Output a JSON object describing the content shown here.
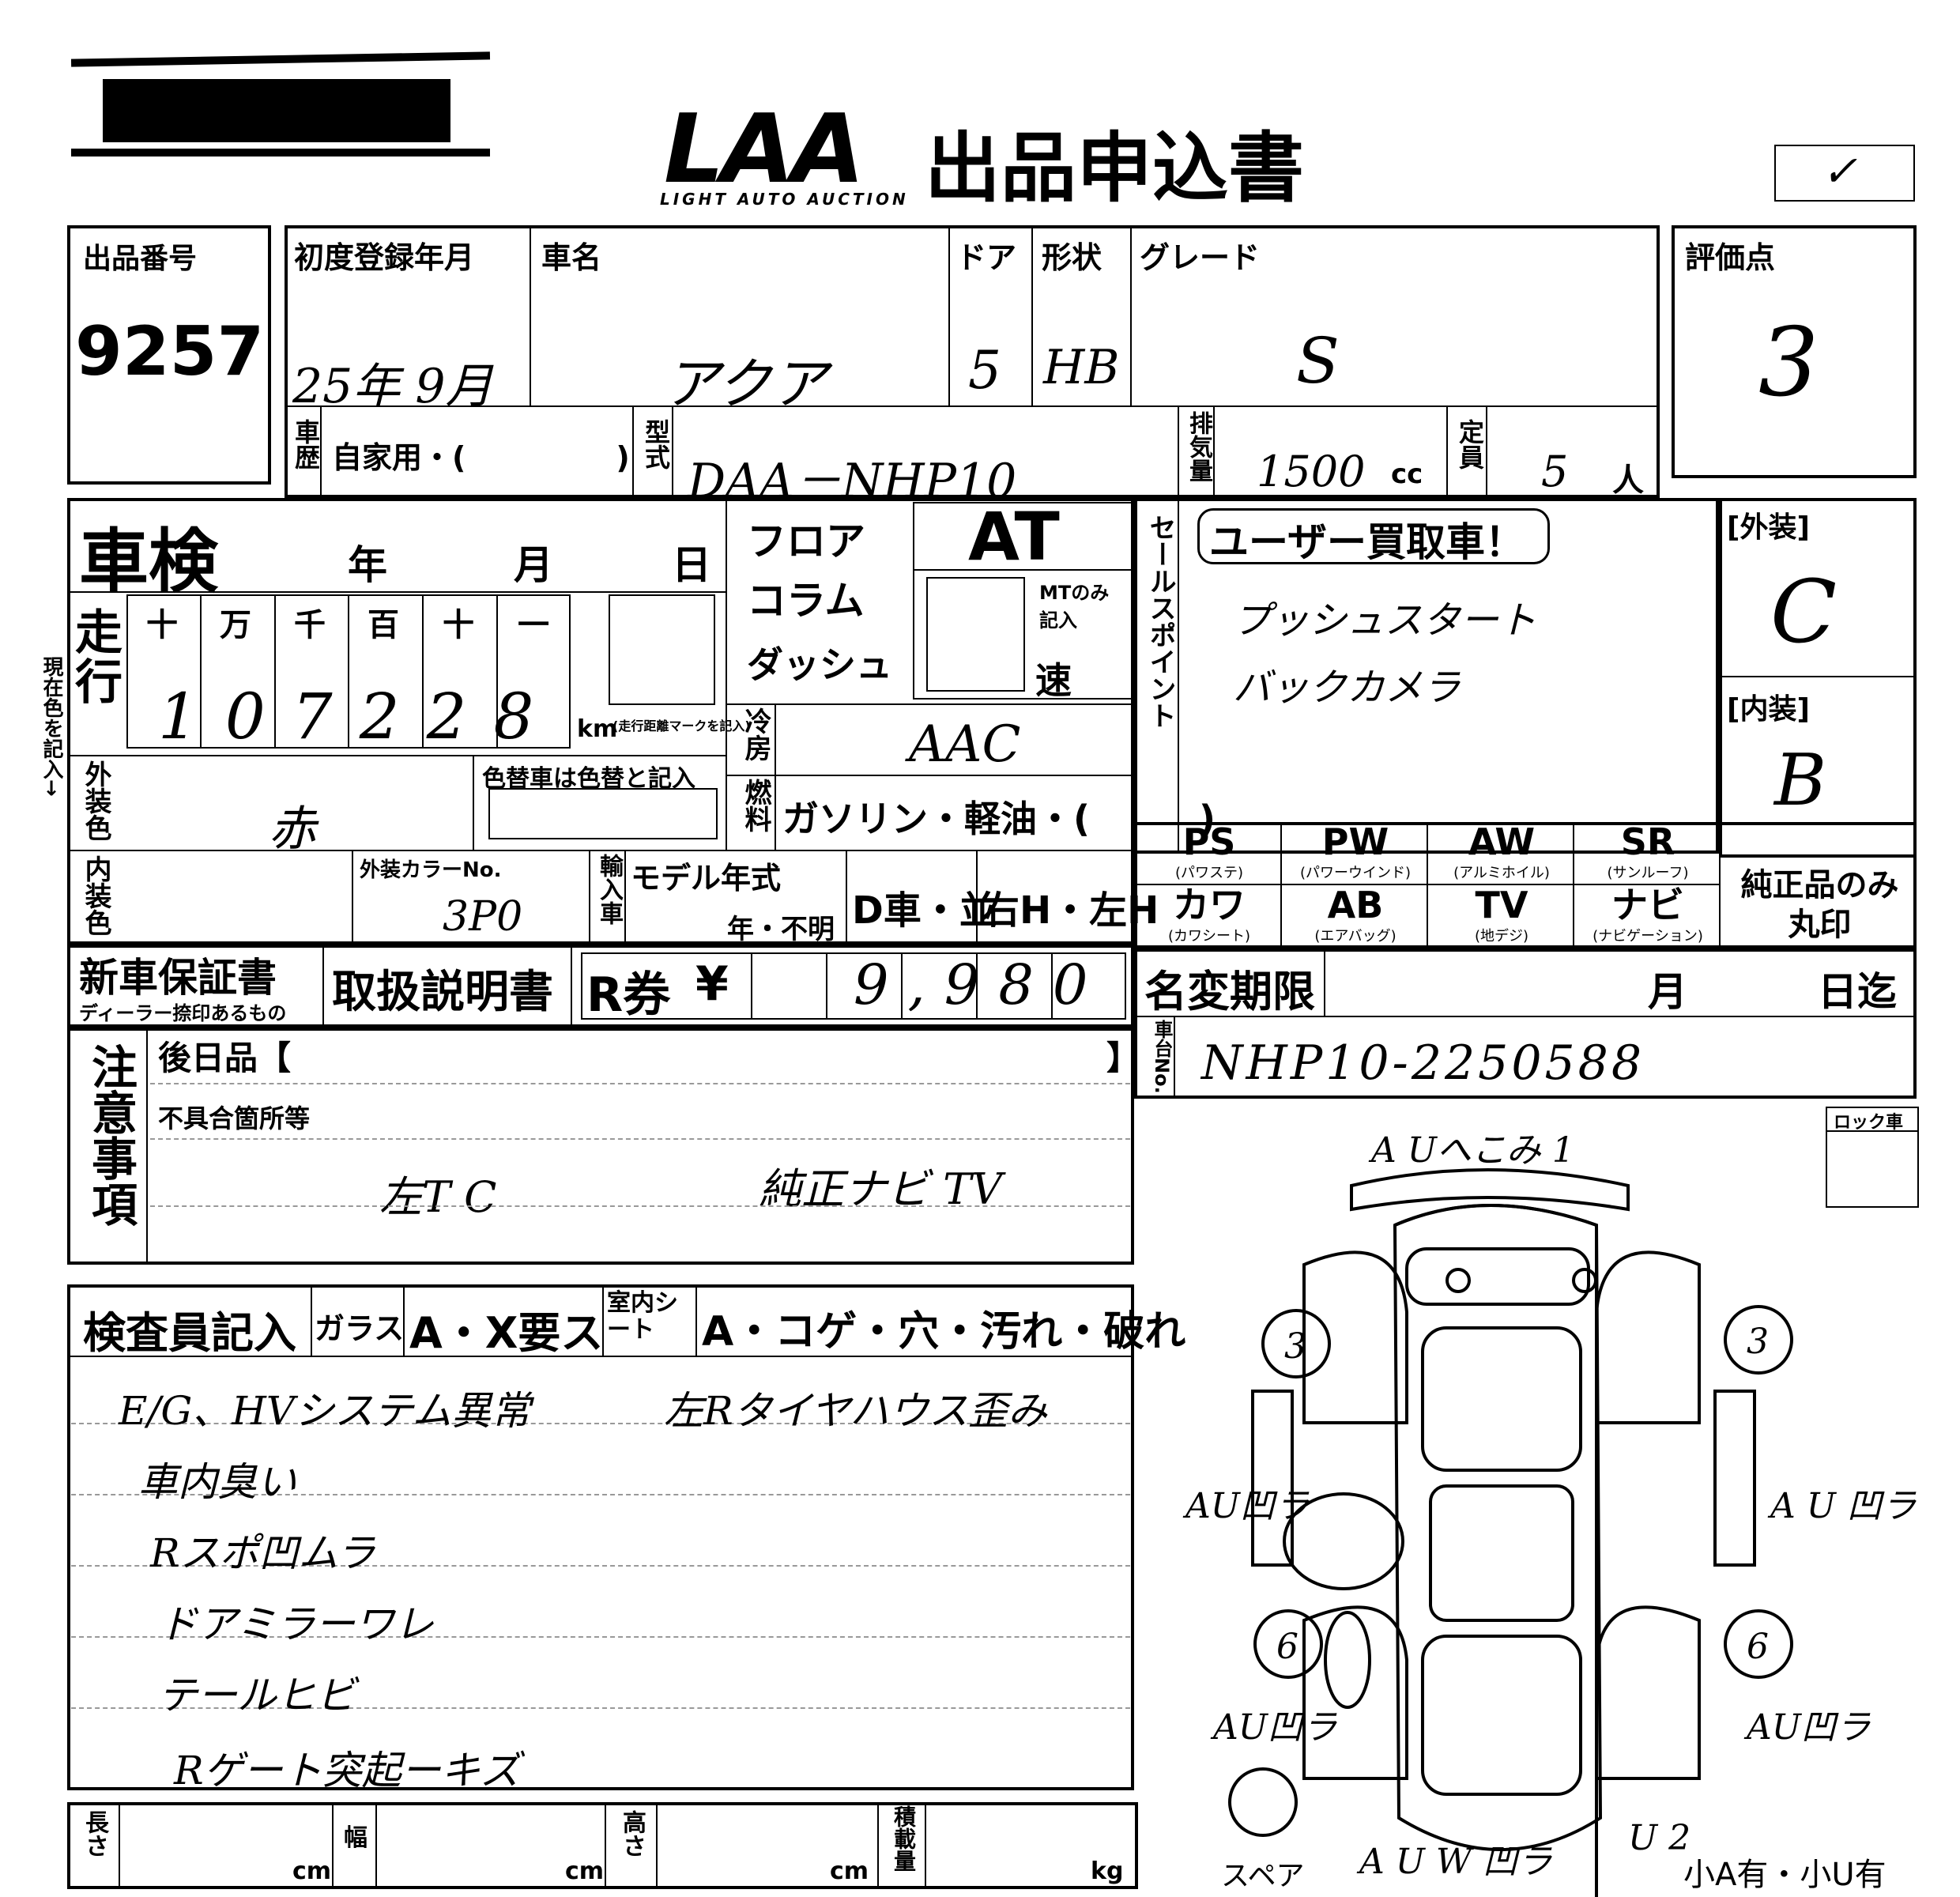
{
  "header": {
    "logo_text": "LAA",
    "logo_sub": "LIGHT AUTO AUCTION",
    "title": "出品申込書",
    "check_mark": "✓"
  },
  "listing": {
    "no_label": "出品番号",
    "no_value": "9257"
  },
  "reg": {
    "label": "初度登録年月",
    "value": "25年 9月"
  },
  "name": {
    "label": "車名",
    "value": "アクア"
  },
  "door": {
    "label": "ドア",
    "value": "5"
  },
  "shape": {
    "label": "形状",
    "value": "HB"
  },
  "grade": {
    "label": "グレード",
    "value": "S"
  },
  "score": {
    "label": "評価点",
    "value": "3"
  },
  "history": {
    "label": "車歴",
    "value": "自家用・(　　　　　)"
  },
  "model": {
    "label": "型式",
    "value": "DAA－NHP10"
  },
  "disp": {
    "label": "排気量",
    "value": "1500",
    "unit": "cc"
  },
  "cap": {
    "label": "定員",
    "value": "5",
    "unit": "人"
  },
  "shaken": {
    "label": "車検",
    "y": "年",
    "m": "月",
    "d": "日"
  },
  "shift": {
    "floor": "フロア",
    "column": "コラム",
    "dash": "ダッシュ",
    "at": "AT",
    "mt_note": "MTのみ記入",
    "speed": "速"
  },
  "mileage": {
    "label": "走行",
    "units": [
      "十",
      "万",
      "千",
      "百",
      "十",
      "一"
    ],
    "value": "107228",
    "km": "km",
    "note": "(走行距離マークを記入)"
  },
  "ac": {
    "label": "冷房",
    "value": "AAC"
  },
  "fuel": {
    "label": "燃料",
    "value": "ガソリン・軽油・(　　　)"
  },
  "ext_color": {
    "label": "外装色",
    "value": "赤",
    "note": "色替車は色替と記入"
  },
  "int_color": {
    "label": "内装色",
    "color_no_label": "外装カラーNo.",
    "color_no": "3P0"
  },
  "import": {
    "label": "輸入車",
    "model_year": "モデル年式",
    "year_unknown": "年・不明",
    "dealer": "D車・並",
    "handle": "右H・左H"
  },
  "sales": {
    "label": "セールスポイント",
    "stamp": "ユーザー買取車！",
    "lines": [
      "プッシュスタート",
      "バックカメラ"
    ]
  },
  "ext_grade": {
    "label": "[外装]",
    "value": "C"
  },
  "int_grade": {
    "label": "[内装]",
    "value": "B"
  },
  "equip": [
    {
      "code": "PS",
      "sub": "(パワステ)"
    },
    {
      "code": "PW",
      "sub": "(パワーウインド)"
    },
    {
      "code": "AW",
      "sub": "(アルミホイル)"
    },
    {
      "code": "SR",
      "sub": "(サンルーフ)"
    },
    {
      "code": "カワ",
      "sub": "(カワシート)"
    },
    {
      "code": "AB",
      "sub": "(エアバッグ)"
    },
    {
      "code": "TV",
      "sub": "(地デジ)"
    },
    {
      "code": "ナビ",
      "sub": "(ナビゲーション)"
    }
  ],
  "genuine": {
    "label": "純正品のみ丸印"
  },
  "warranty": {
    "label": "新車保証書",
    "sub": "ディーラー捺印あるもの",
    "manual": "取扱説明書",
    "recycle": "R券",
    "yen": "¥",
    "value": "9,980"
  },
  "name_change": {
    "label": "名変期限",
    "m": "月",
    "d": "日迄"
  },
  "chassis": {
    "label": "車台No.",
    "value": "NHP10-2250588"
  },
  "notes": {
    "label": "注意事項",
    "later": "後日品【",
    "later_end": "】",
    "defects_label": "不具合箇所等",
    "defects": "左T C",
    "defects2": "純正ナビ TV"
  },
  "inspector": {
    "label": "検査員記入",
    "glass": "ガラス",
    "glass_value": "A・X要ス",
    "interior": "室内シート",
    "interior_value": "A・コゲ・穴・汚れ・破れ",
    "lines": [
      "E/G、HVシステム異常",
      "車内臭い",
      "Rスポ凹ムラ",
      "ドアミラーワレ",
      "テールヒビ",
      "Rゲート突起ーキズ"
    ],
    "note_right": "左Rタイヤハウス歪み"
  },
  "lock": {
    "label": "ロック車"
  },
  "dims": {
    "length": "長さ",
    "width": "幅",
    "height": "高さ",
    "load": "積載量",
    "cm": "cm",
    "kg": "kg"
  },
  "diagram": {
    "top": "A Uへこみ 1",
    "left_upper": "3",
    "right_upper": "3",
    "left_mid": "AU凹ラ",
    "right_mid": "A U 凹ラ",
    "left_lower": "6",
    "right_lower": "6",
    "left_bot": "AU凹ラ",
    "right_bot": "AU凹ラ",
    "bottom": "A U W 凹ラ",
    "bottom_r": "U 2",
    "spare": "スペア",
    "small": "小A有・小U有"
  },
  "redacted": "▪▪▪▪▪▪▪▪▪▪"
}
